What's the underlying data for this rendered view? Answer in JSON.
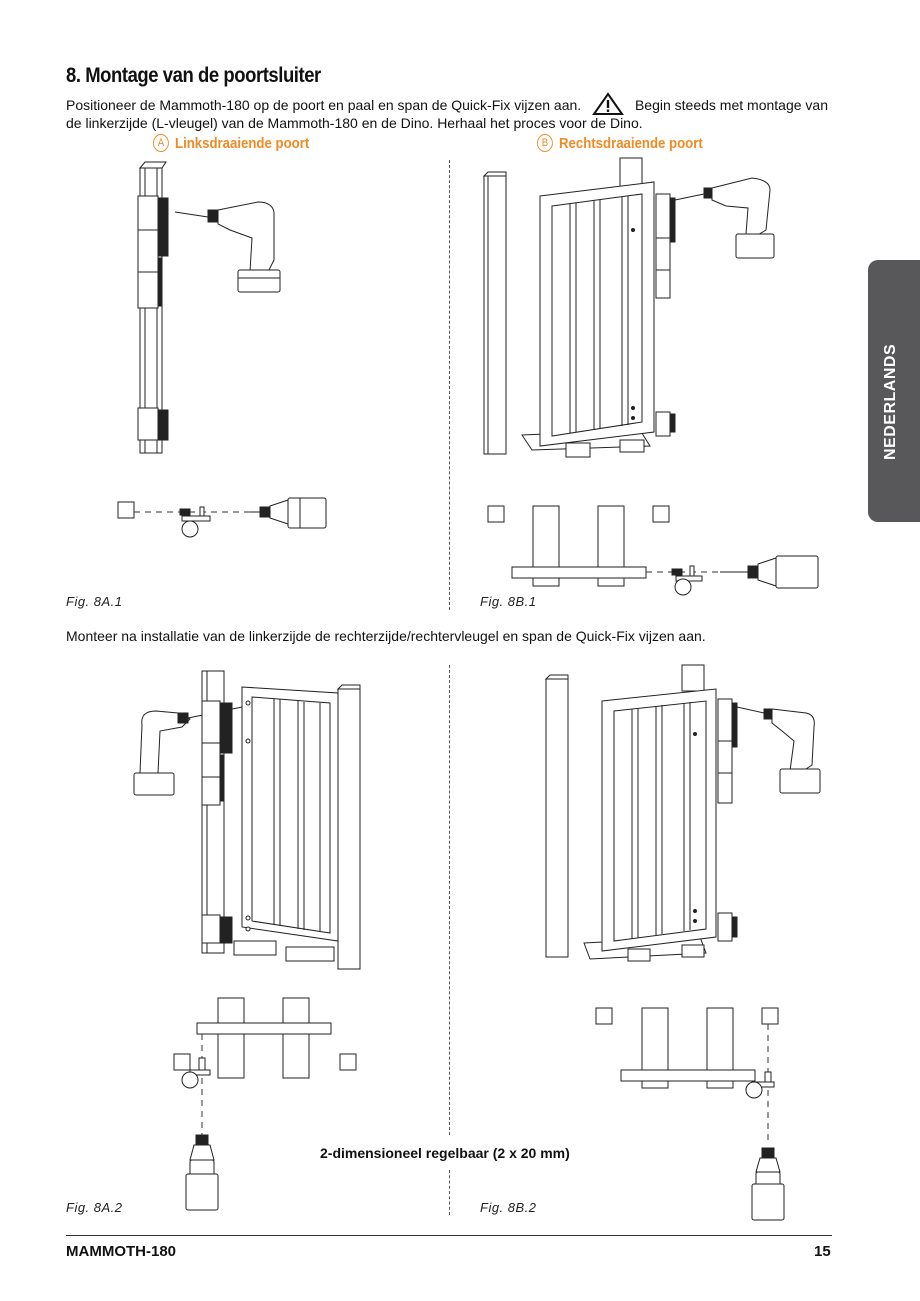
{
  "section": {
    "title": "8. Montage van de poortsluiter",
    "intro_part1": "Positioneer de Mammoth-180 op de poort en paal en span de Quick-Fix vijzen aan.",
    "warning_icon": "warning-triangle-icon",
    "intro_part2": "Begin steeds met montage van de linkerzijde (L-vleugel) van de Mammoth-180 en de Dino. Herhaal het proces voor de Dino."
  },
  "variants": [
    {
      "letter": "A",
      "label": "Linksdraaiende poort"
    },
    {
      "letter": "B",
      "label": "Rechtsdraaiende poort"
    }
  ],
  "figures": {
    "fig_8a1": "Fig. 8A.1",
    "fig_8b1": "Fig. 8B.1",
    "fig_8a2": "Fig. 8A.2",
    "fig_8b2": "Fig. 8B.2"
  },
  "mid_instruction": "Monteer na installatie van de linkerzijde de rechterzijde/rechtervleugel en span de Quick-Fix vijzen aan.",
  "adjustment_caption": "2-dimensioneel regelbaar (2 x 20 mm)",
  "side_tab": {
    "label": "NEDERLANDS",
    "color": "#58585a"
  },
  "footer": {
    "product": "MAMMOTH-180",
    "page_number": "15"
  },
  "colors": {
    "accent_orange": "#f08a24",
    "text": "#111111"
  }
}
